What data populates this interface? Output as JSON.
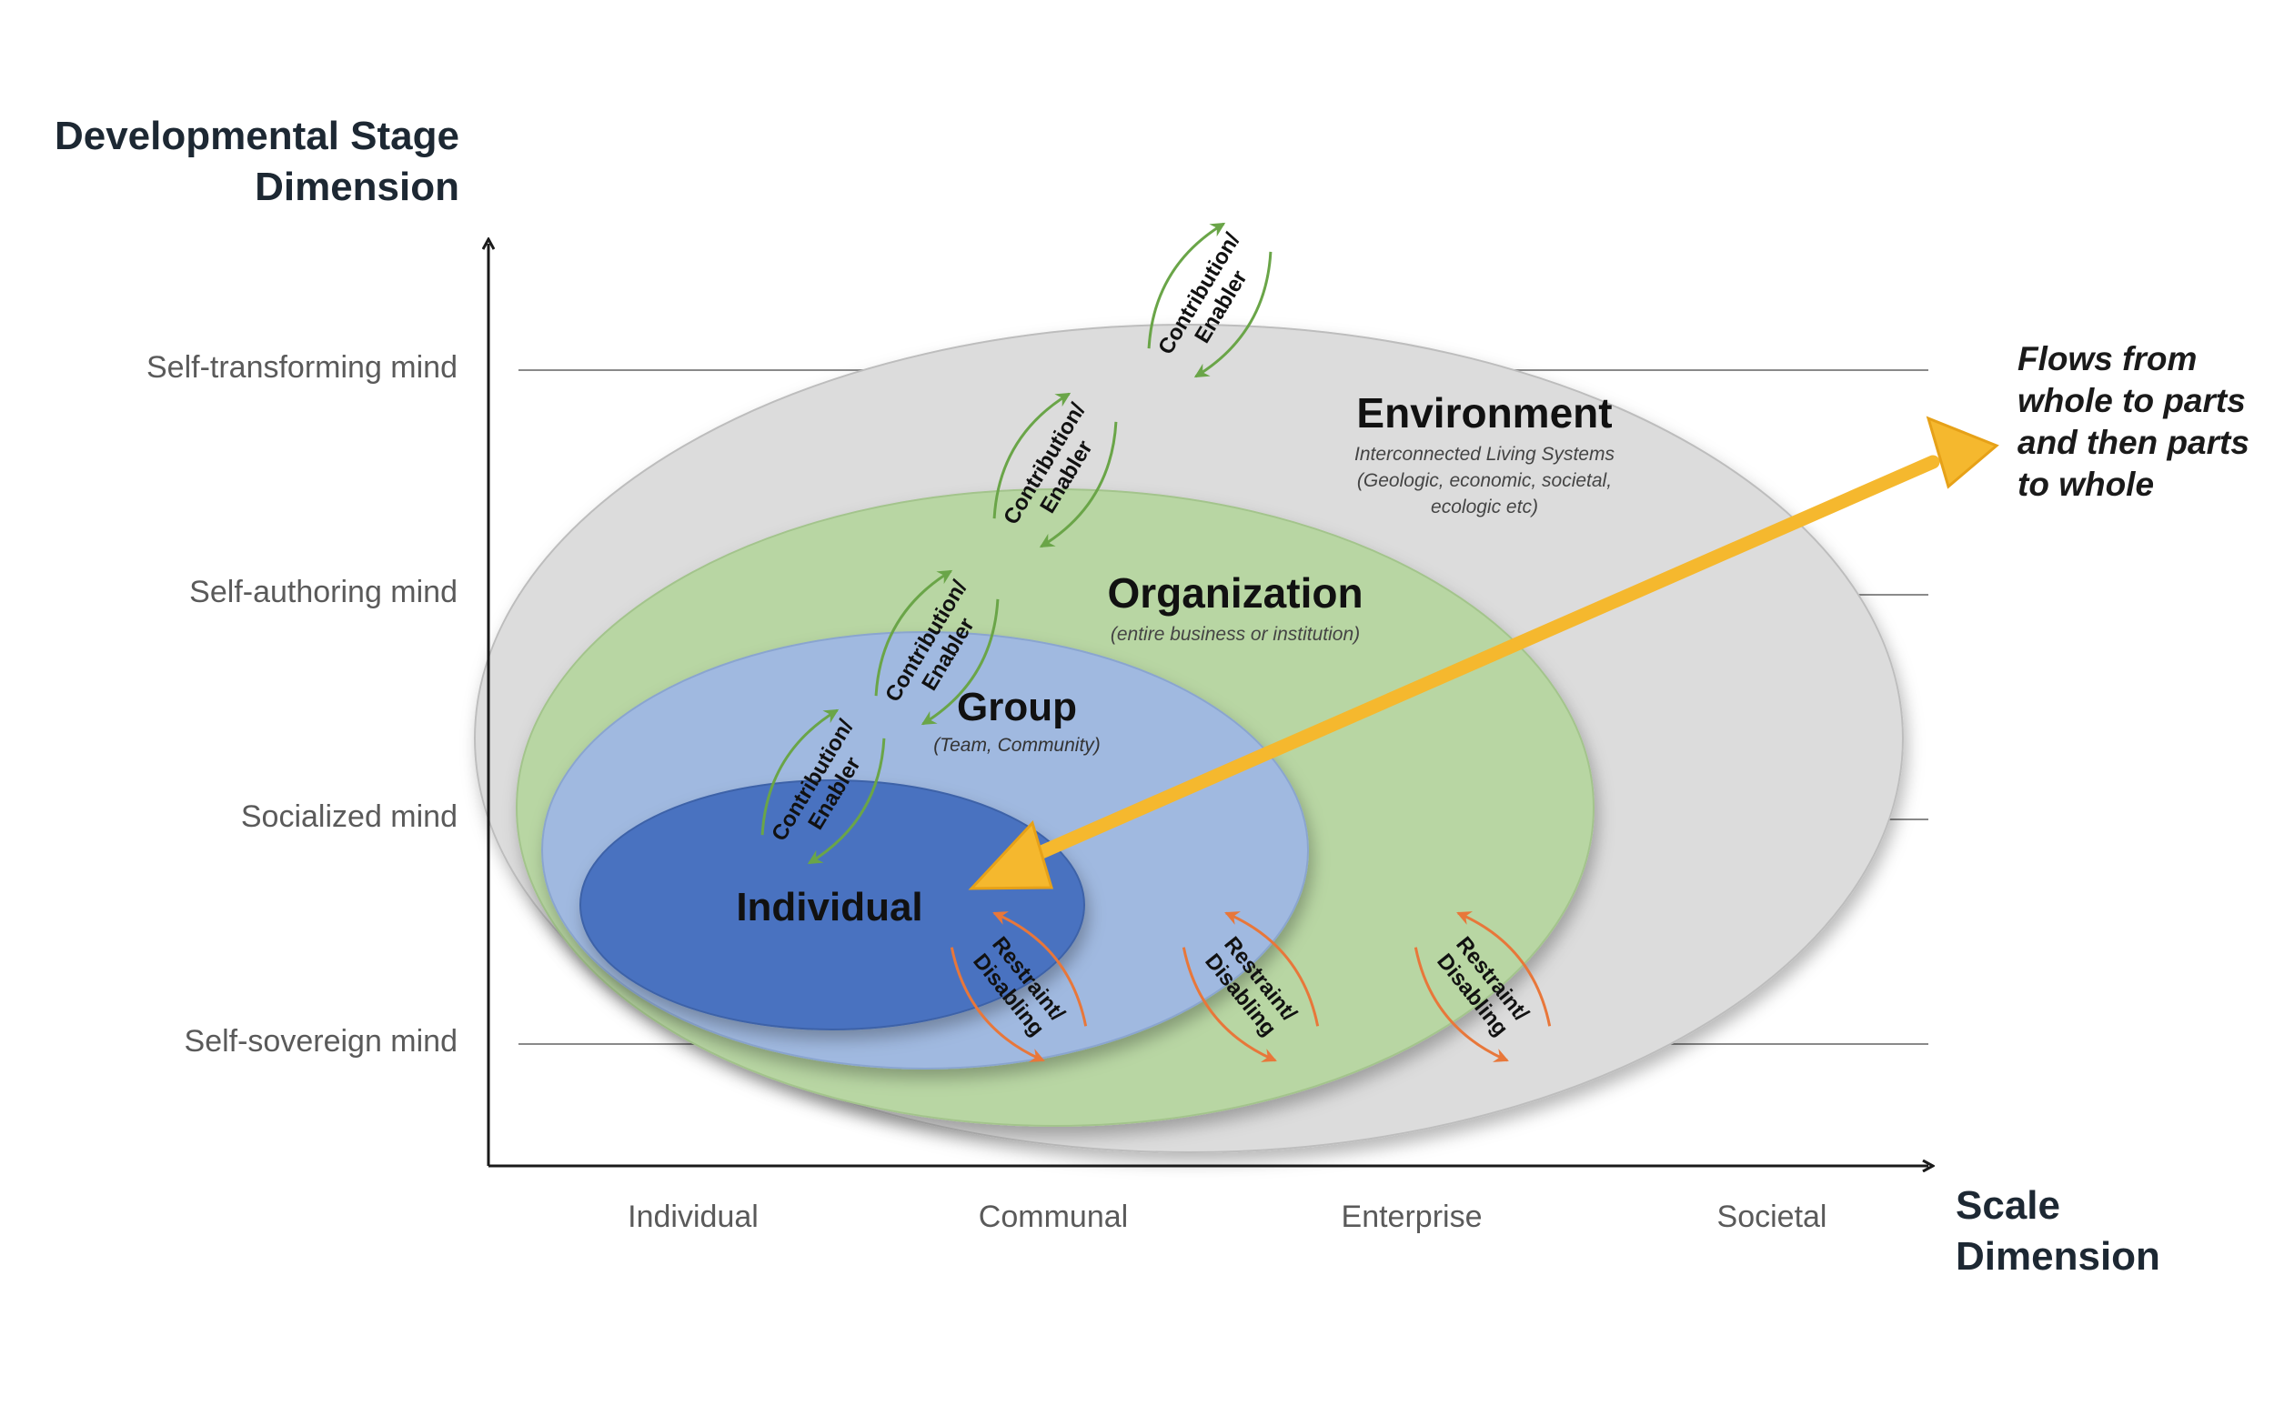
{
  "axes": {
    "y_title_line1": "Developmental Stage",
    "y_title_line2": "Dimension",
    "x_title_line1": "Scale",
    "x_title_line2": "Dimension"
  },
  "levels": [
    "Self-transforming mind",
    "Self-authoring mind",
    "Socialized mind",
    "Self-sovereign mind"
  ],
  "scales": [
    "Individual",
    "Communal",
    "Enterprise",
    "Societal"
  ],
  "ellipses": {
    "environment": {
      "title": "Environment",
      "subtitle_line1": "Interconnected Living Systems",
      "subtitle_line2": "(Geologic, economic, societal,",
      "subtitle_line3": "ecologic etc)",
      "color": "#dcdcdc"
    },
    "organization": {
      "title": "Organization",
      "subtitle": "(entire business or institution)",
      "color": "#b8d6a3"
    },
    "group": {
      "title": "Group",
      "subtitle": "(Team, Community)",
      "color": "#a0b9e0"
    },
    "individual": {
      "title": "Individual",
      "color": "#4a72c0"
    }
  },
  "flows": {
    "contribution_line1": "Contribution/",
    "contribution_line2": "Enabler",
    "restraint_line1": "Restraint/",
    "restraint_line2": "Disabling",
    "contribution_color": "#6aa548",
    "restraint_color": "#e8773a"
  },
  "note": {
    "line1": "Flows from",
    "line2": "whole to parts",
    "line3": "and then parts",
    "line4": "to whole",
    "arrow_color": "#f5b82e"
  }
}
